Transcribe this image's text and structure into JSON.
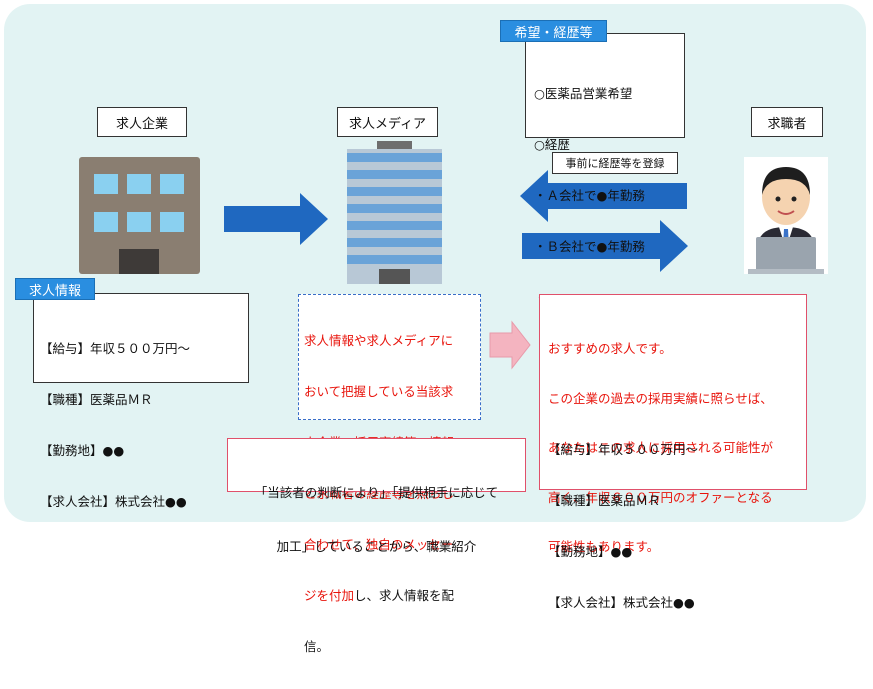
{
  "labels": {
    "company": "求人企業",
    "media": "求人メディア",
    "seeker": "求職者"
  },
  "job_info": {
    "tag": "求人情報",
    "lines": [
      "【給与】年収５００万円～",
      "【職種】医薬品ＭＲ",
      "【勤務地】●●",
      "【求人会社】株式会社●●"
    ]
  },
  "wishes": {
    "tag": "希望・経歴等",
    "lines": [
      "○医薬品営業希望",
      "○経歴",
      "・Ａ会社で●年勤務",
      "・Ｂ会社で●年勤務",
      "・・・・・"
    ]
  },
  "register_label": "事前に経歴等を登録",
  "media_note": {
    "lines": [
      "求人情報や求人メディアに",
      "おいて把握している当該求",
      "人企業の採用実績等の情報",
      "と求職者の経歴等を照らし",
      "合わせて、独自のメッセー"
    ],
    "mixed_prefix": "ジを付加",
    "mixed_suffix": "し、求人情報を配",
    "last_line": "信。"
  },
  "offer": {
    "red_lines": [
      "おすすめの求人です。",
      "この企業の過去の採用実績に照らせば、",
      "あなたはこの求人に採用される可能性が",
      "高く、年収６００万円のオファーとなる",
      "可能性もあります。"
    ],
    "black_lines": [
      "【給与】年収５００万円～",
      "【職種】医薬品ＭＲ",
      "【勤務地】●●",
      "【求人会社】株式会社●●"
    ]
  },
  "conclusion": {
    "lines": [
      "「当該者の判断により」「提供相手に応じて",
      "加工」していることから、職業紹介"
    ]
  },
  "colors": {
    "panel": "#e2f3f3",
    "arrow_blue": "#1f68c0",
    "tag_blue": "#2a8ee0",
    "red_text": "#e8140c",
    "pink_arrow": "#f4b4c0",
    "offer_border": "#e0506a",
    "note_border": "#3a6ec8"
  },
  "icons": [
    "office-building-icon",
    "tower-building-icon",
    "person-at-laptop-icon"
  ]
}
